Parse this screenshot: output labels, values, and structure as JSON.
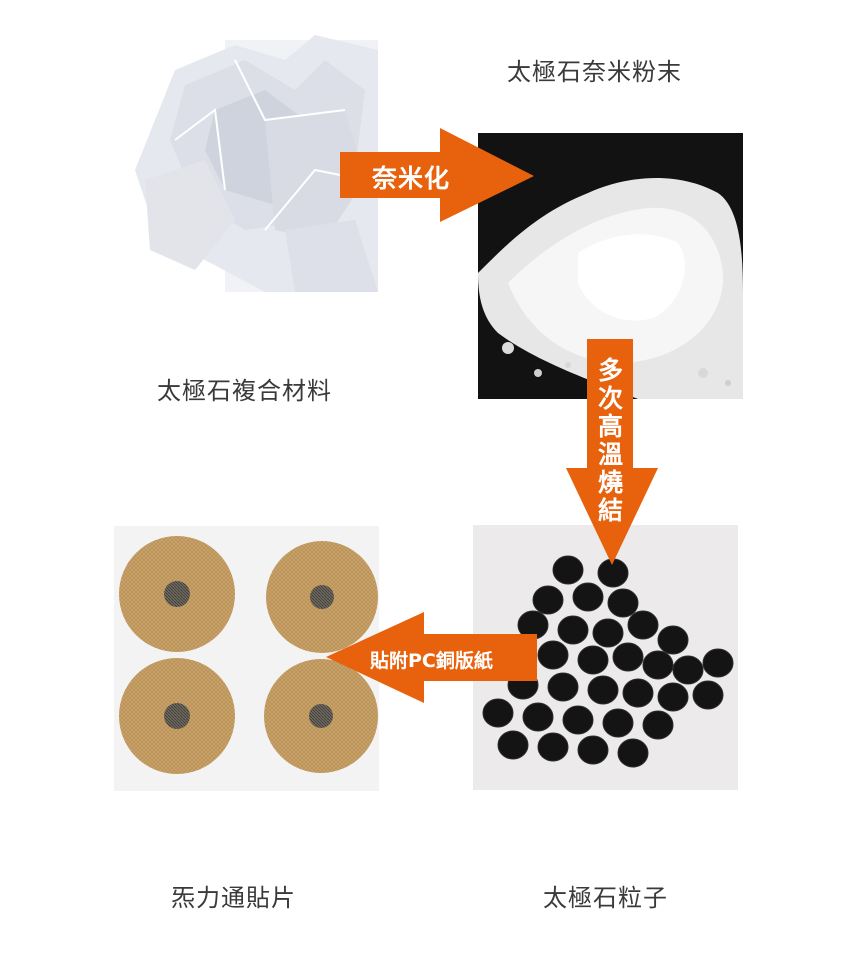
{
  "labels": {
    "composite": "太極石複合材料",
    "nano_powder": "太極石奈米粉末",
    "particles": "太極石粒子",
    "patch": "炁力通貼片"
  },
  "arrows": {
    "nanoize": "奈米化",
    "sinter": "多次高溫燒結",
    "attach": "貼附PC銅版紙"
  },
  "colors": {
    "arrow_orange": "#E8620E",
    "text": "#3a3a3a",
    "powder_bg": "#121212",
    "particles_bg": "#eceaea",
    "patch_tan": "#C9A36A"
  }
}
